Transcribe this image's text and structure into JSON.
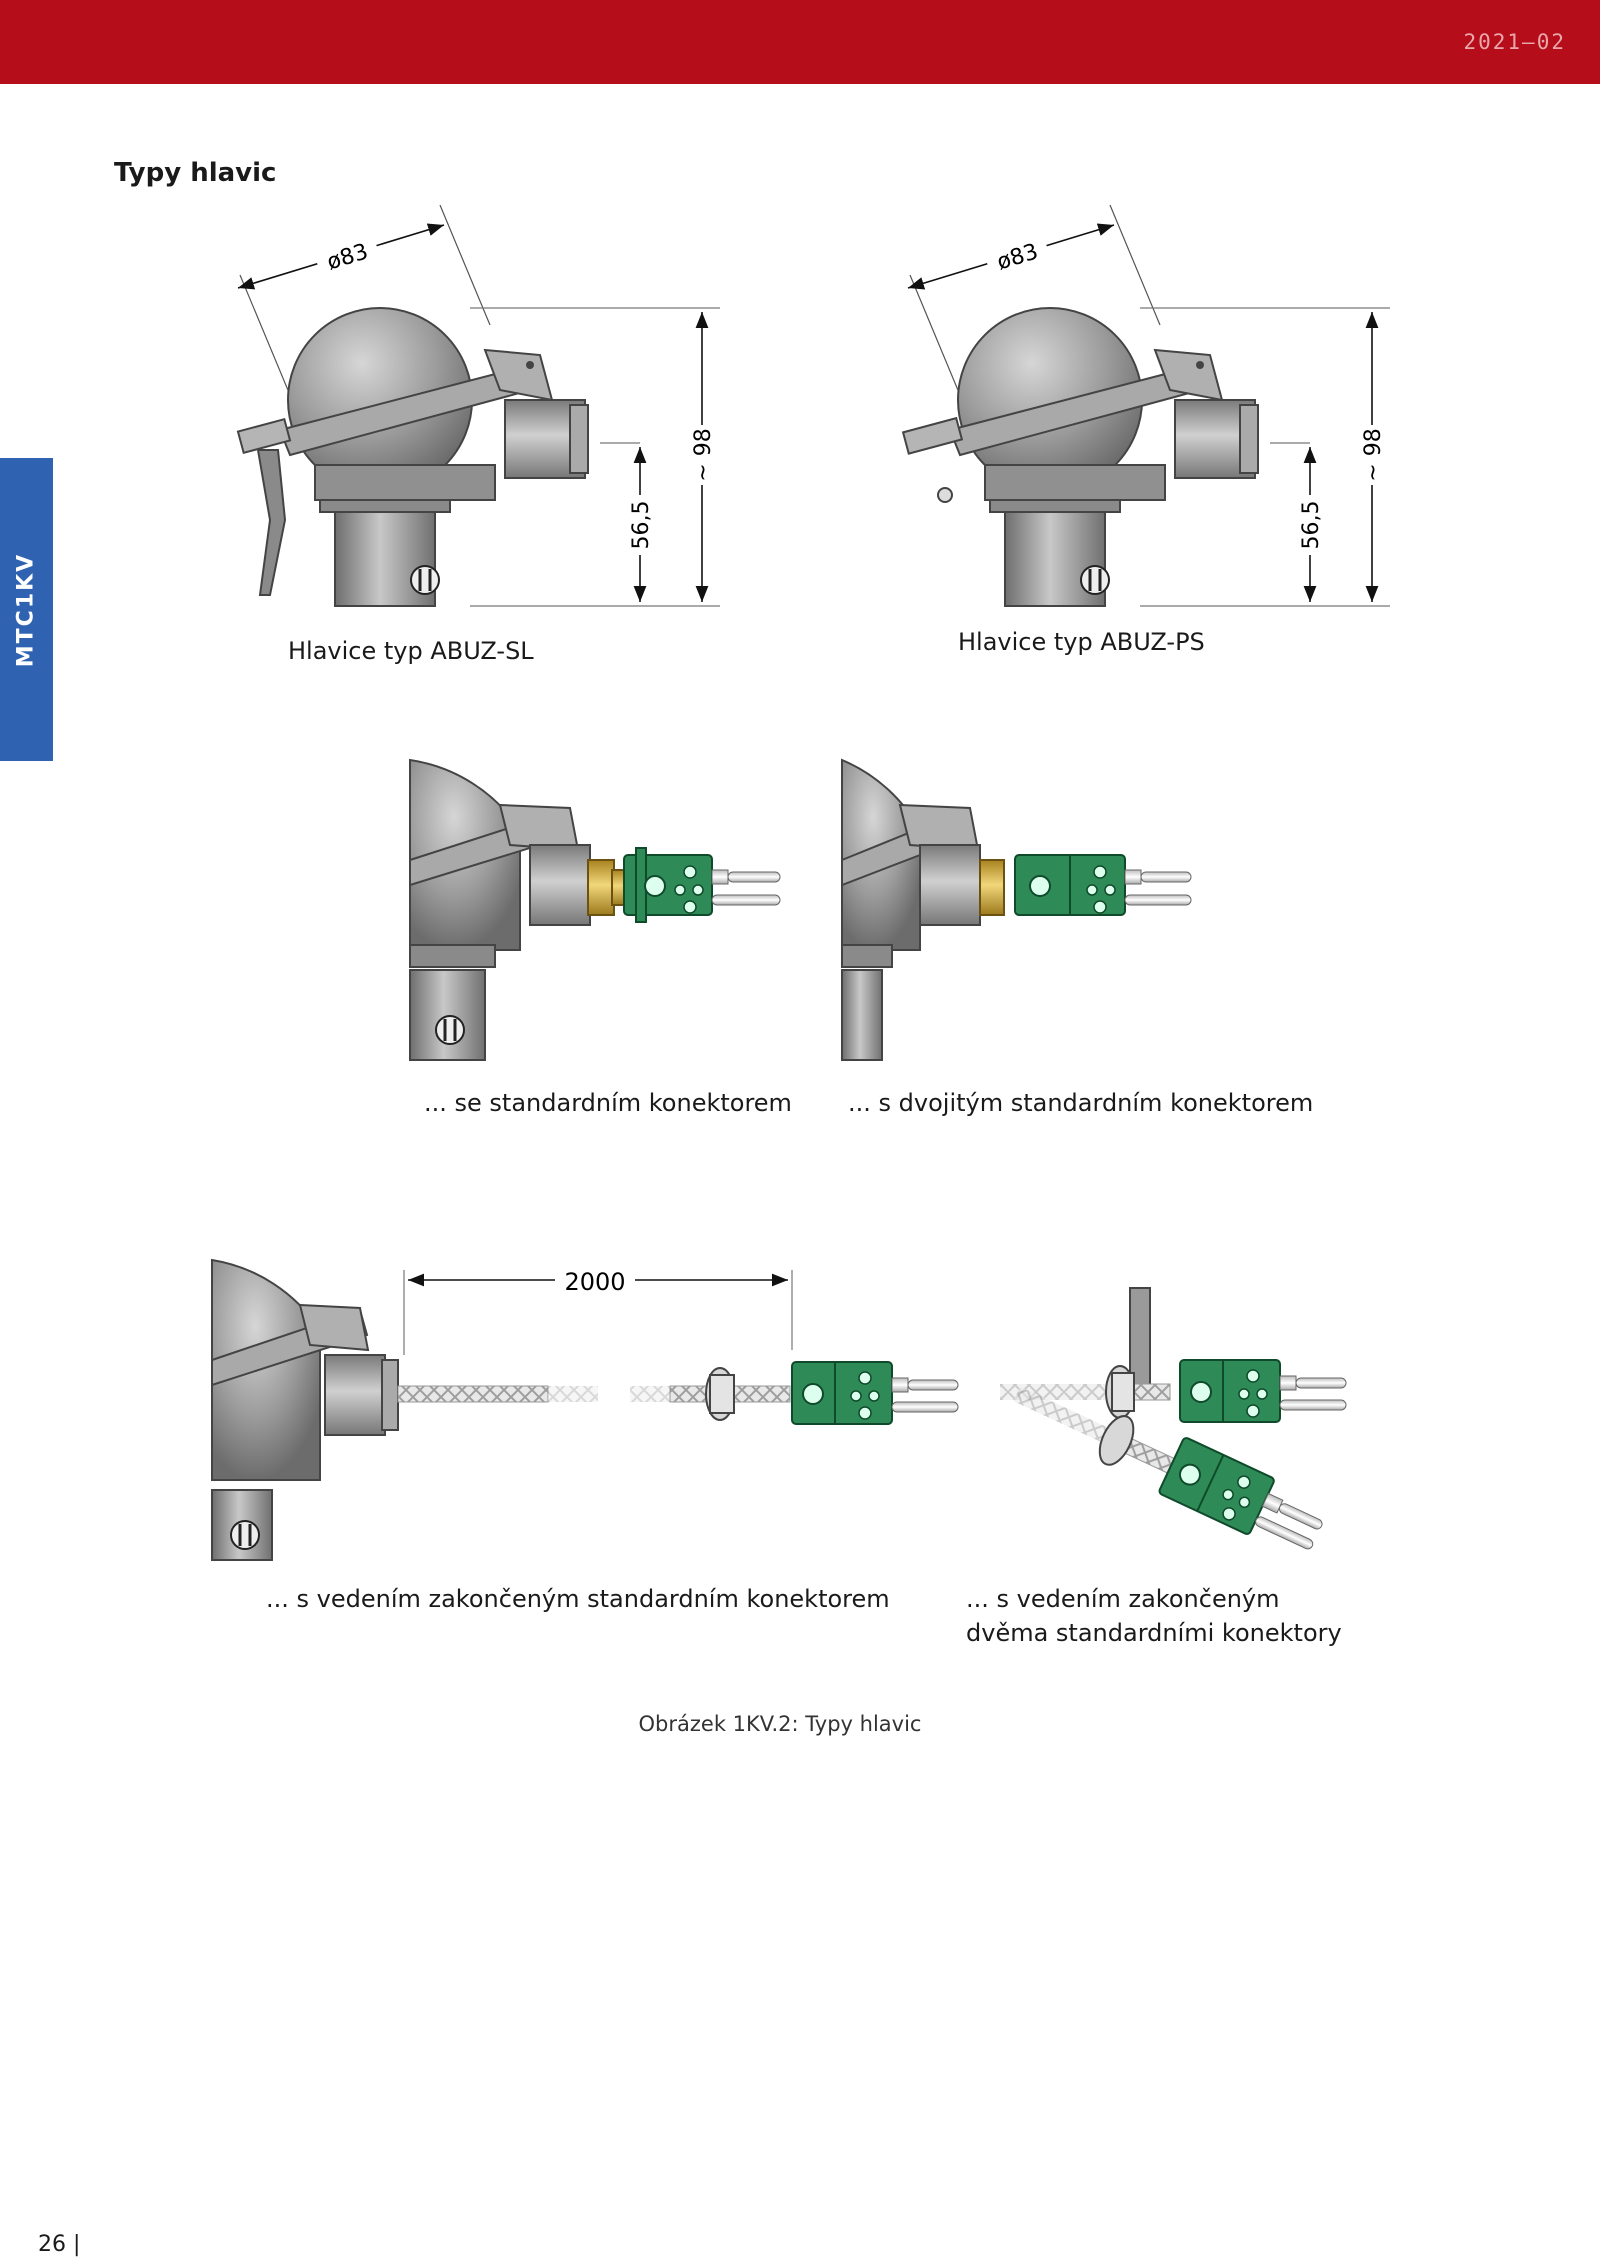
{
  "header": {
    "date": "2021–02",
    "bar_color": "#b50d1a"
  },
  "side_tab": {
    "label": "MTC1KV",
    "color": "#2f62b1"
  },
  "section": {
    "title": "Typy hlavic"
  },
  "heads": [
    {
      "caption": "Hlavice typ ABUZ-SL",
      "dim_diameter": "ø83",
      "dim_height": "~ 98",
      "dim_center": "56,5"
    },
    {
      "caption": "Hlavice typ ABUZ-PS",
      "dim_diameter": "ø83",
      "dim_height": "~ 98",
      "dim_center": "56,5"
    }
  ],
  "connectors": [
    {
      "caption": "... se standardním konektorem"
    },
    {
      "caption": "... s dvojitým standardním konektorem"
    }
  ],
  "cables": [
    {
      "caption": "... s vedením zakončeným standardním konektorem",
      "dim_length": "2000"
    },
    {
      "caption": "... s vedením zakončeným dvěma standardními konektory"
    }
  ],
  "figure": {
    "caption": "Obrázek 1KV.2: Typy hlavic"
  },
  "footer": {
    "page": "26 |"
  },
  "colors": {
    "connector_green": "#2e8b57",
    "housing_grey": "#8c8c8c",
    "brass": "#d4b040"
  }
}
